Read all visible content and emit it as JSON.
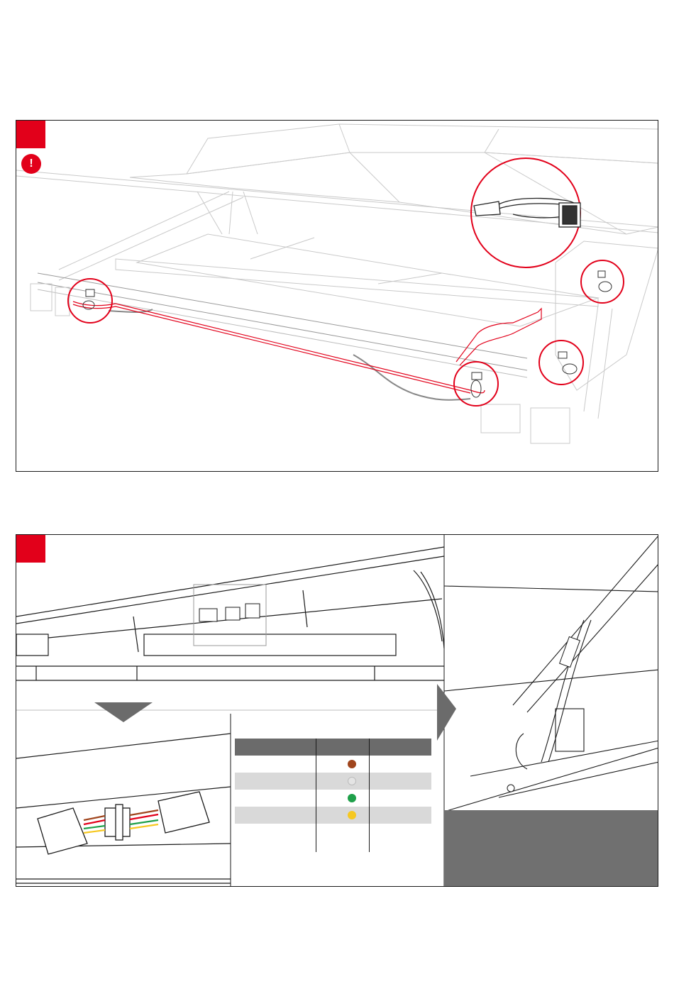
{
  "colors": {
    "accent": "#e2001a",
    "note_box": "#707070",
    "table_header": "#6b6b6b",
    "table_stripe": "#d9d9d9",
    "highlight": "#e2001a",
    "line": "#1a1a1a",
    "light_line": "#bdbdbd"
  },
  "step1": {
    "badge_label": "",
    "warning_symbol": "!",
    "callouts": [
      "cable-tie-detail",
      "cable-clip-left",
      "cable-clip-center",
      "cable-clip-right-lower",
      "cable-clip-right-upper"
    ]
  },
  "step2": {
    "badge_label": "",
    "note_text": "",
    "arrow_down_icon": "arrow-down-icon",
    "arrow_right_icon": "arrow-right-icon",
    "table": {
      "headers": [
        "",
        "",
        ""
      ],
      "rows": [
        {
          "label": "",
          "color": "#a0451d",
          "note": ""
        },
        {
          "label": "",
          "color": "#e4e4e4",
          "note": ""
        },
        {
          "label": "",
          "color": "#1fa04a",
          "note": ""
        },
        {
          "label": "",
          "color": "#f6c821",
          "note": ""
        }
      ]
    }
  }
}
